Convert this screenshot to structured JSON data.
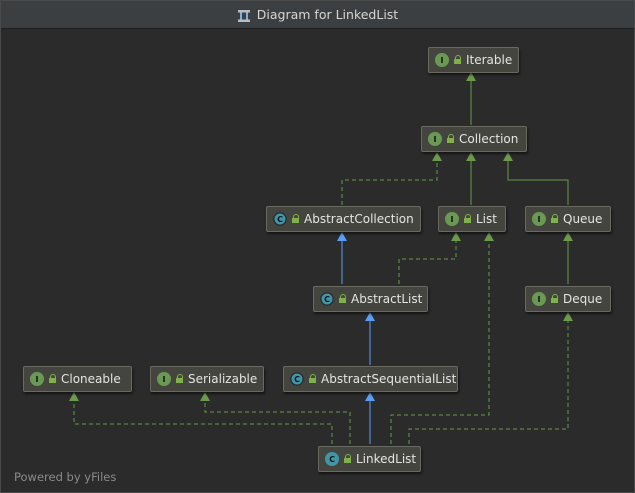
{
  "window": {
    "title": "Diagram for LinkedList",
    "title_icon": "diagram-icon"
  },
  "nodes": {
    "iterable": {
      "label": "Iterable",
      "kind": "interface",
      "badge": "I"
    },
    "collection": {
      "label": "Collection",
      "kind": "interface",
      "badge": "I"
    },
    "abstract_collection": {
      "label": "AbstractCollection",
      "kind": "abstract",
      "badge": "C"
    },
    "list": {
      "label": "List",
      "kind": "interface",
      "badge": "I"
    },
    "queue": {
      "label": "Queue",
      "kind": "interface",
      "badge": "I"
    },
    "abstract_list": {
      "label": "AbstractList",
      "kind": "abstract",
      "badge": "C"
    },
    "deque": {
      "label": "Deque",
      "kind": "interface",
      "badge": "I"
    },
    "cloneable": {
      "label": "Cloneable",
      "kind": "interface",
      "badge": "I"
    },
    "serializable": {
      "label": "Serializable",
      "kind": "interface",
      "badge": "I"
    },
    "abstract_sequential_list": {
      "label": "AbstractSequentialList",
      "kind": "abstract",
      "badge": "C"
    },
    "linked_list": {
      "label": "LinkedList",
      "kind": "class",
      "badge": "C"
    }
  },
  "watermark": "Powered by yFiles",
  "colors": {
    "background": "#2b2b2b",
    "implements_edge": "#6a9a4a",
    "extends_edge": "#589df6"
  }
}
